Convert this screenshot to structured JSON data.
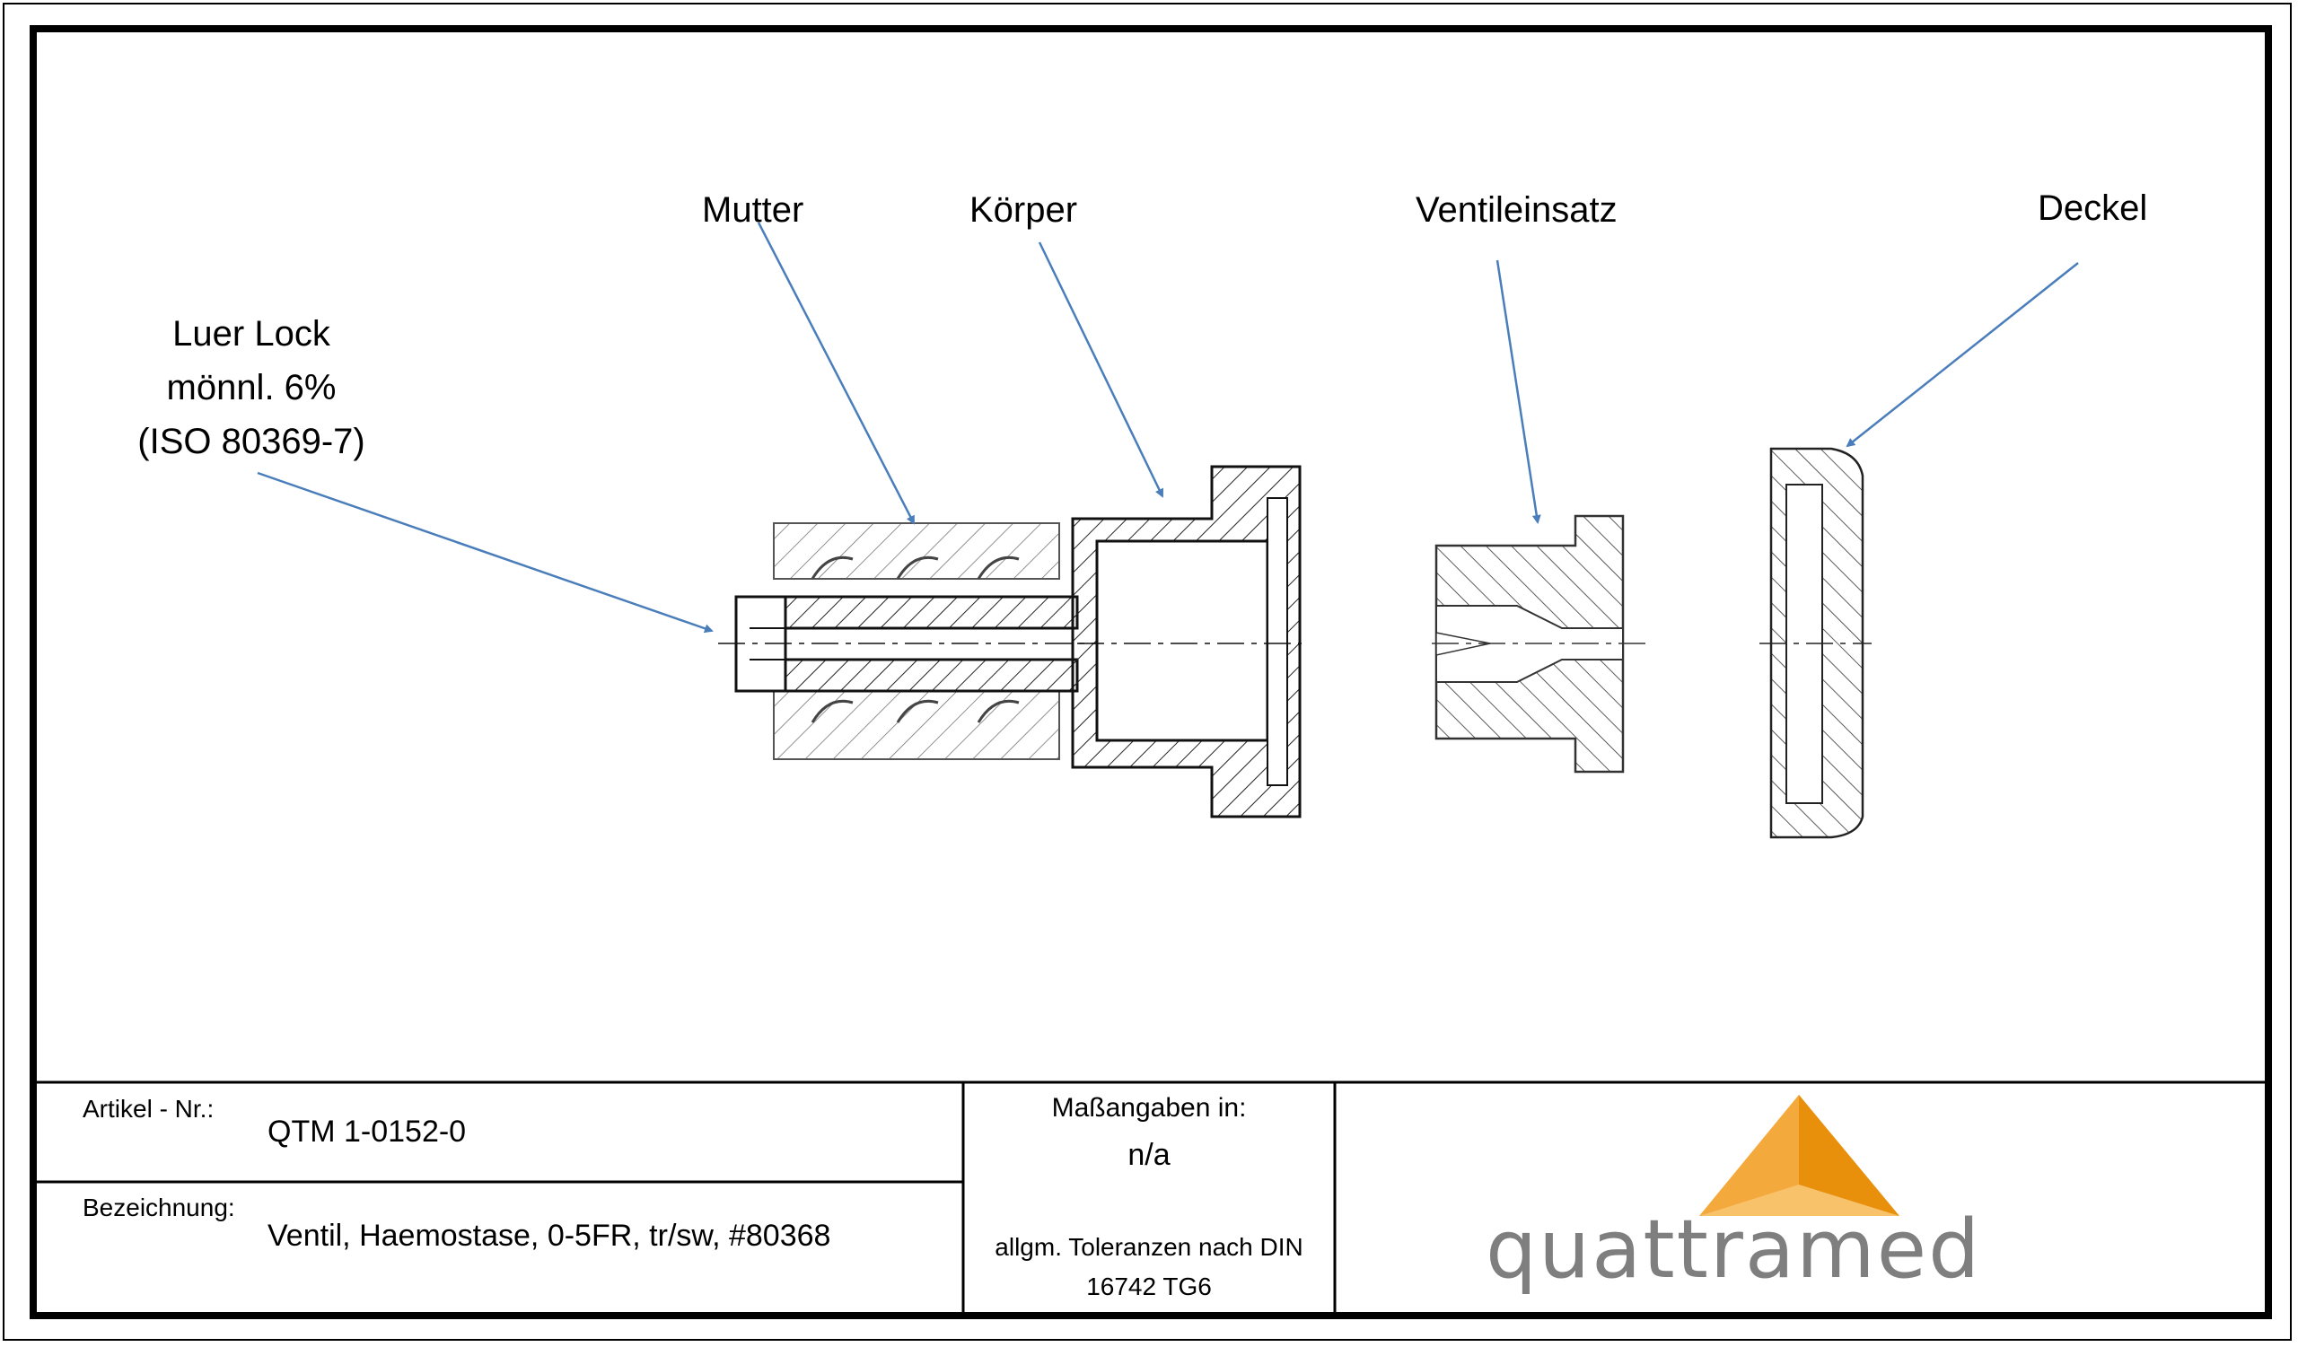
{
  "labels": {
    "luer_lock_line1": "Luer Lock",
    "luer_lock_line2": "mönnl. 6%",
    "luer_lock_line3": "(ISO 80369-7)",
    "mutter": "Mutter",
    "koerper": "Körper",
    "ventileinsatz": "Ventileinsatz",
    "deckel": "Deckel"
  },
  "title_block": {
    "artikel_label": "Artikel - Nr.:",
    "artikel_value": "QTM 1-0152-0",
    "bezeichnung_label": "Bezeichnung:",
    "bezeichnung_value": "Ventil, Haemostase, 0-5FR, tr/sw, #80368",
    "massangaben_label": "Maßangaben in:",
    "massangaben_value": "n/a",
    "toleranz_line1": "allgm. Toleranzen nach DIN",
    "toleranz_line2": "16742 TG6",
    "logo_text": "quattramed"
  },
  "colors": {
    "arrow": "#4a7ebb",
    "logo_dark": "#e8900c",
    "logo_light": "#f8c26a",
    "logo_text": "#7f7f7f"
  }
}
